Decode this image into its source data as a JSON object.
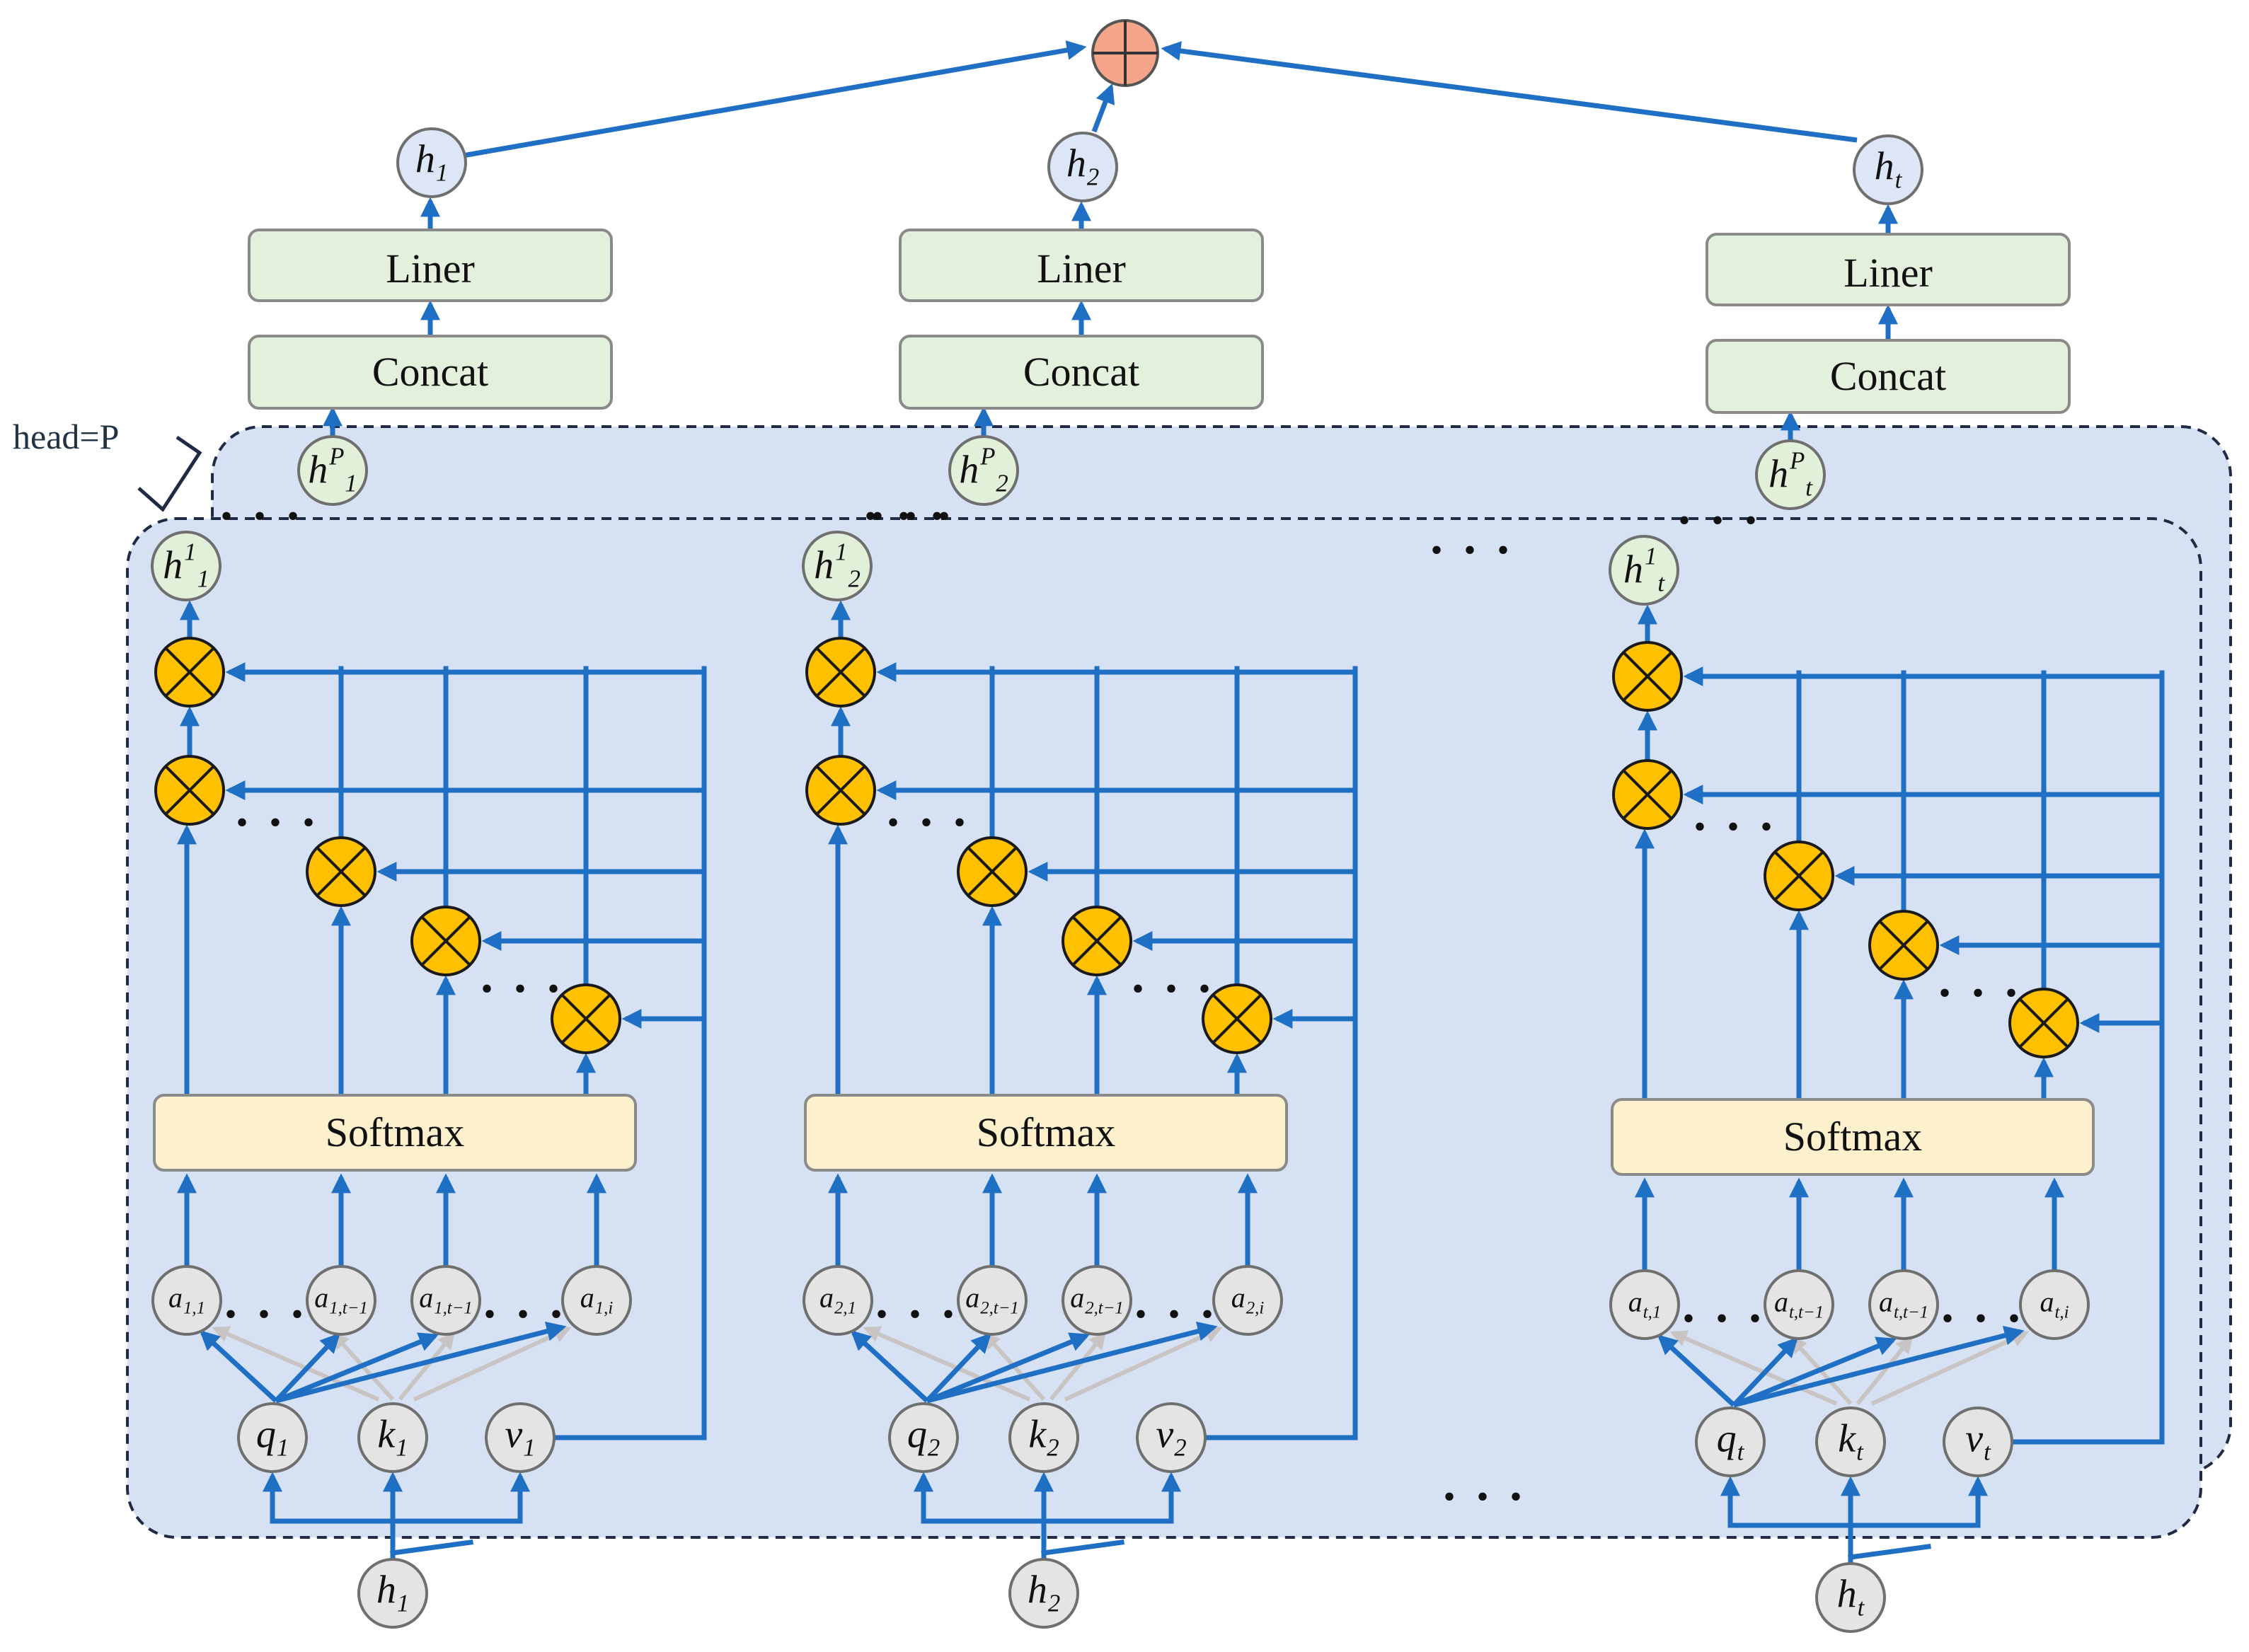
{
  "head_label": "head=P",
  "sum_symbol": "⊕",
  "columns": [
    {
      "liner_label": "Liner",
      "concat_label": "Concat",
      "softmax_label": "Softmax",
      "out": {
        "base": "h",
        "sub": "1"
      },
      "headP": {
        "base": "h",
        "sub": "1",
        "sup": "P"
      },
      "head1": {
        "base": "h",
        "sub": "1",
        "sup": "1"
      },
      "a_nodes": [
        {
          "base": "a",
          "sub": "1,1"
        },
        {
          "base": "a",
          "sub": "1,t−1"
        },
        {
          "base": "a",
          "sub": "1,t−1"
        },
        {
          "base": "a",
          "sub": "1,i"
        }
      ],
      "q": {
        "base": "q",
        "sub": "1"
      },
      "k": {
        "base": "k",
        "sub": "1"
      },
      "v": {
        "base": "v",
        "sub": "1"
      },
      "input": {
        "base": "h",
        "sub": "1"
      }
    },
    {
      "liner_label": "Liner",
      "concat_label": "Concat",
      "softmax_label": "Softmax",
      "out": {
        "base": "h",
        "sub": "2"
      },
      "headP": {
        "base": "h",
        "sub": "2",
        "sup": "P"
      },
      "head1": {
        "base": "h",
        "sub": "2",
        "sup": "1"
      },
      "a_nodes": [
        {
          "base": "a",
          "sub": "2,1"
        },
        {
          "base": "a",
          "sub": "2,t−1"
        },
        {
          "base": "a",
          "sub": "2,t−1"
        },
        {
          "base": "a",
          "sub": "2,i"
        }
      ],
      "q": {
        "base": "q",
        "sub": "2"
      },
      "k": {
        "base": "k",
        "sub": "2"
      },
      "v": {
        "base": "v",
        "sub": "2"
      },
      "input": {
        "base": "h",
        "sub": "2"
      }
    },
    {
      "liner_label": "Liner",
      "concat_label": "Concat",
      "softmax_label": "Softmax",
      "out": {
        "base": "h",
        "sub": "t"
      },
      "headP": {
        "base": "h",
        "sub": "t",
        "sup": "P"
      },
      "head1": {
        "base": "h",
        "sub": "t",
        "sup": "1"
      },
      "a_nodes": [
        {
          "base": "a",
          "sub": "t,1"
        },
        {
          "base": "a",
          "sub": "t,t−1"
        },
        {
          "base": "a",
          "sub": "t,t−1"
        },
        {
          "base": "a",
          "sub": "t,i"
        }
      ],
      "q": {
        "base": "q",
        "sub": "t"
      },
      "k": {
        "base": "k",
        "sub": "t"
      },
      "v": {
        "base": "v",
        "sub": "t"
      },
      "input": {
        "base": "h",
        "sub": "t"
      }
    }
  ],
  "colors": {
    "arrow": "#1f6fc5",
    "arrow_faint": "#c9c4c4",
    "panel_fill": "#d6e2f4",
    "panel_border": "#1f2a44",
    "box_green": "#e2f0dc",
    "box_softmax": "#fdf0cd",
    "node_blue": "#dce6f6",
    "node_green": "#e2efd9",
    "node_gray": "#e4e4e4",
    "multiply_fill": "#ffc000",
    "sum_fill": "#f4a58a"
  }
}
